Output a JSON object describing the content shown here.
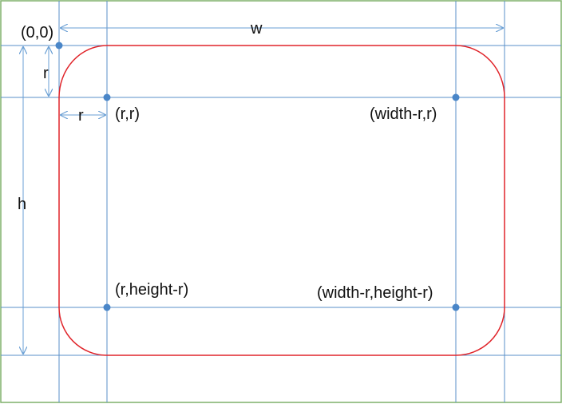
{
  "labels": {
    "origin": "(0,0)",
    "width": "w",
    "height": "h",
    "radius_vertical": "r",
    "radius_horizontal": "r",
    "corner_top_left": "(r,r)",
    "corner_top_right": "(width-r,r)",
    "corner_bottom_left": "(r,height-r)",
    "corner_bottom_right": "(width-r,height-r)"
  },
  "colors": {
    "frame": "#7fb06a",
    "grid_line": "#5a8fc8",
    "dimension_line": "#6a9fd4",
    "rounded_rect": "#e0242a",
    "point": "#4a86c8"
  }
}
